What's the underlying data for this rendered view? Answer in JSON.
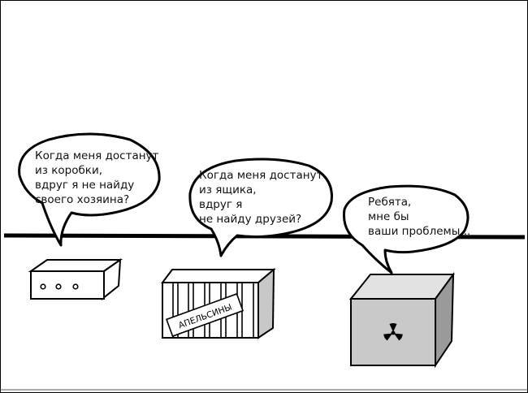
{
  "bubbles": [
    {
      "lines": [
        "Когда меня достанут",
        "из коробки,",
        "вдруг я не найду",
        "своего хозяина?"
      ]
    },
    {
      "lines": [
        "Когда меня достанут",
        "из ящика,",
        "вдруг я",
        "не найду друзей?"
      ]
    },
    {
      "lines": [
        "Ребята,",
        "мне бы",
        "ваши проблемы..."
      ]
    }
  ],
  "crate_label": "АПЕЛЬСИНЫ",
  "icons": [
    "radiation-icon"
  ],
  "colors": {
    "outline": "#000000",
    "background": "#ffffff",
    "crate_side": "#c8c8c8",
    "safe_front": "#c9c9c9",
    "safe_side": "#9a9a9a"
  }
}
